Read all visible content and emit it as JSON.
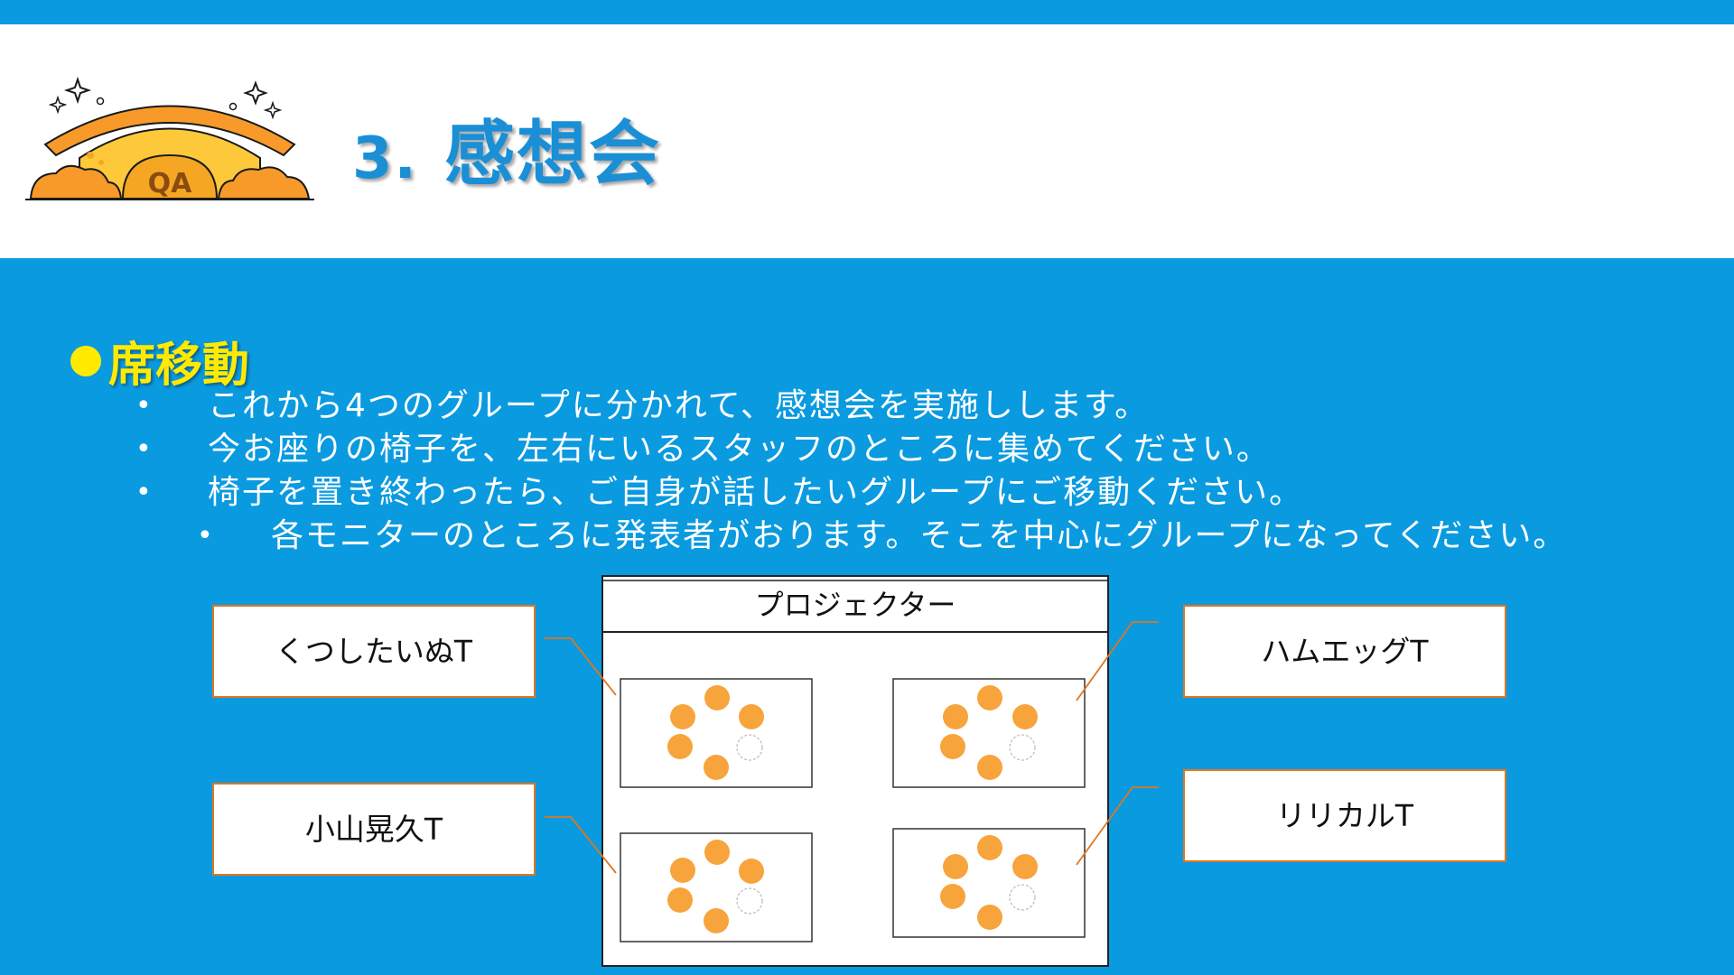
{
  "title": {
    "number": "3.",
    "text": "感想会"
  },
  "logo": {
    "text": "QA"
  },
  "section": {
    "heading": "席移動"
  },
  "bullets": [
    {
      "level": 1,
      "text": "これから4つのグループに分かれて、感想会を実施しします。"
    },
    {
      "level": 1,
      "text": "今お座りの椅子を、左右にいるスタッフのところに集めてください。"
    },
    {
      "level": 1,
      "text": "椅子を置き終わったら、ご自身が話したいグループにご移動ください。"
    },
    {
      "level": 2,
      "text": "各モニターのところに発表者がおります。そこを中心にグループになってください。"
    }
  ],
  "diagram": {
    "projector": "プロジェクター",
    "groups": [
      "くつしたいぬT",
      "ハムエッグT",
      "小山晃久T",
      "リリカルT"
    ]
  },
  "colors": {
    "background": "#0a9ae0",
    "title": "#1a8fd6",
    "heading": "#ffea00",
    "seat": "#f7a43c",
    "connector": "#e0761e"
  }
}
